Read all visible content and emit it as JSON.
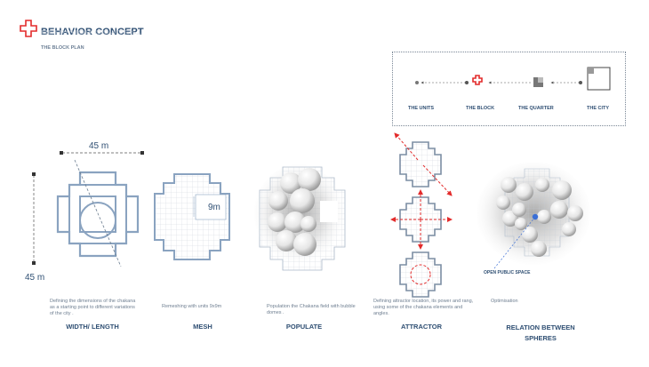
{
  "header": {
    "title": "BEHAVIOR CONCEPT",
    "subtitle": "THE BLOCK PLAN"
  },
  "legend": {
    "units": "THE UNITS",
    "block": "THE BLOCK",
    "quarter": "THE QUARTER",
    "city": "THE CITY"
  },
  "width_length": {
    "dim_horizontal": "45 m",
    "dim_vertical": "45 m",
    "description": "Defining the dimensions of the chakana as a starting point to different variations of the city .",
    "label": "WIDTH/ LENGTH"
  },
  "mesh": {
    "dim": "9m",
    "description": "Remeshing with units 9x9m",
    "label": "MESH"
  },
  "populate": {
    "description": "Population the Chakana field with bubble domes .",
    "label": "POPULATE"
  },
  "attractor": {
    "description": "Defining attractor location, its power and rang, using some of the chakana elements and angles.",
    "label": "ATTRACTOR"
  },
  "relation": {
    "annotation": "OPEN PUBLIC SPACE",
    "description": "Optimisation",
    "label": "RELATION BETWEEN SPHERES"
  },
  "colors": {
    "primary": "#2f4f73",
    "accent": "#e32b2b",
    "outline": "#8aa3c0"
  }
}
